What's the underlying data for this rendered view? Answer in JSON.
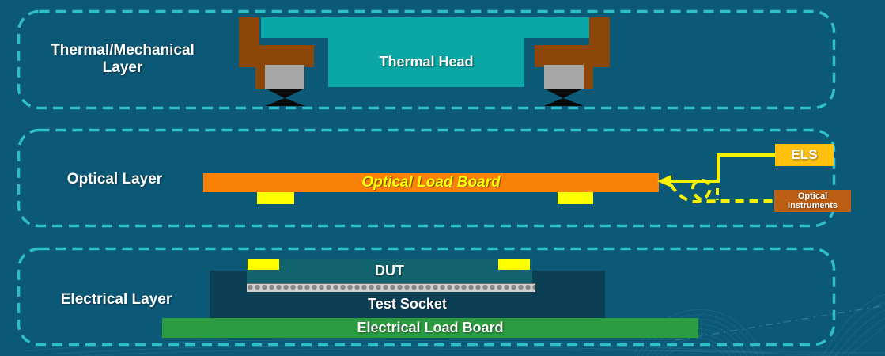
{
  "colors": {
    "background": "#0B5877",
    "layer_border": "#2FBFCB",
    "label_text": "#FFFFFF",
    "thermal_head_teal": "#0BA7A7",
    "clamp_brown": "#8C4708",
    "clamp_pad_gray": "#A7A7A7",
    "foot_black": "#0A0A0A",
    "optical_board_orange": "#FA8108",
    "optical_board_text_yellow": "#FFFF00",
    "connector_yellow": "#FFFF00",
    "fiber_yellow": "#F7F300",
    "els_box_amber": "#FEC20E",
    "instruments_box_brown": "#BD5E15",
    "dut_teal": "#11646D",
    "socket_navy": "#0C3E54",
    "electrical_board_green": "#2C9C41"
  },
  "thermal": {
    "layer_label_line1": "Thermal/Mechanical",
    "layer_label_line2": "Layer",
    "head_label": "Thermal Head"
  },
  "optical": {
    "layer_label": "Optical Layer",
    "board_label": "Optical Load Board",
    "els_label": "ELS",
    "instruments_label_line1": "Optical",
    "instruments_label_line2": "Instruments"
  },
  "electrical": {
    "layer_label": "Electrical Layer",
    "dut_label": "DUT",
    "socket_label": "Test Socket",
    "board_label": "Electrical Load Board"
  }
}
